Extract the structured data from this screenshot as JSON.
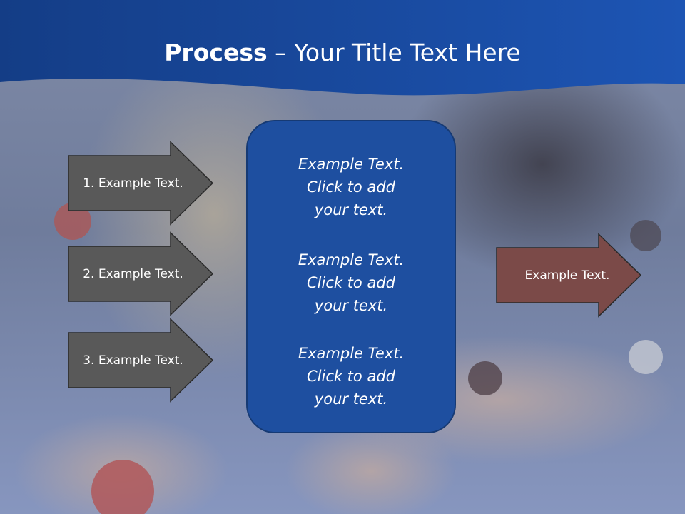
{
  "title": {
    "bold": "Process",
    "separator": " – ",
    "rest": "Your Title Text Here"
  },
  "left_arrows": [
    {
      "label": "1. Example Text."
    },
    {
      "label": "2. Example Text."
    },
    {
      "label": "3. Example Text."
    }
  ],
  "center_blocks": [
    {
      "line1": "Example Text.",
      "line2": "Click  to add",
      "line3": "your text."
    },
    {
      "line1": "Example Text.",
      "line2": "Click  to add",
      "line3": "your text."
    },
    {
      "line1": "Example Text.",
      "line2": "Click  to add",
      "line3": "your text."
    }
  ],
  "right_arrow": {
    "label": "Example Text."
  },
  "colors": {
    "header_blue": "#1a4a9c",
    "center_box": "#1e4fa0",
    "left_arrow_fill": "#595959",
    "right_arrow_fill": "#7b4a48"
  }
}
